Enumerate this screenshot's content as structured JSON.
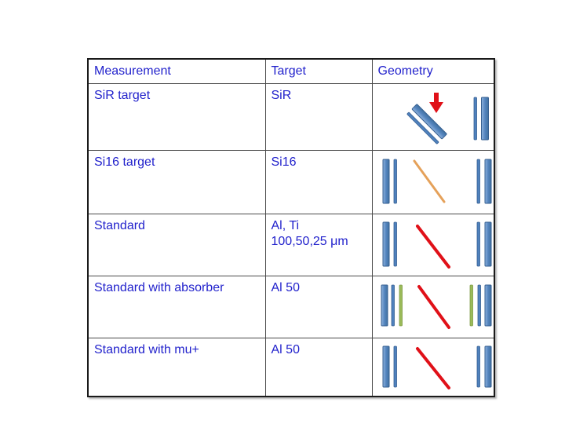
{
  "slide": {
    "background": "#ffffff"
  },
  "table": {
    "headers": {
      "measurement": "Measurement",
      "target": "Target",
      "geometry": "Geometry"
    },
    "rows": [
      {
        "measurement": "SiR target",
        "target_lines": [
          "SiR"
        ],
        "geometry": {
          "name": "tilted-target-with-beam-arrow",
          "elements": [
            "tilted-detector-pair",
            "red-beam-arrow-down",
            "vertical-detector-pair"
          ]
        }
      },
      {
        "measurement": "Si16 target",
        "target_lines": [
          "Si16"
        ],
        "geometry": {
          "name": "detector-pairs-with-orange-beam",
          "elements": [
            "vertical-detector-pair",
            "orange-beam-line",
            "vertical-detector-pair"
          ]
        }
      },
      {
        "measurement": "Standard",
        "target_lines": [
          "Al, Ti",
          "100,50,25 μm"
        ],
        "geometry": {
          "name": "detector-pairs-with-red-beam",
          "elements": [
            "vertical-detector-pair",
            "red-beam-line",
            "vertical-detector-pair"
          ]
        }
      },
      {
        "measurement": "Standard with absorber",
        "target_lines": [
          "Al 50"
        ],
        "geometry": {
          "name": "detector-pairs-with-absorbers-and-red-beam",
          "elements": [
            "vertical-detector-pair",
            "green-absorber-bar",
            "red-beam-line",
            "green-absorber-bar",
            "vertical-detector-pair"
          ]
        }
      },
      {
        "measurement": "Standard with mu+",
        "target_lines": [
          "Al 50"
        ],
        "geometry": {
          "name": "detector-pairs-with-red-beam",
          "elements": [
            "vertical-detector-pair",
            "red-beam-line",
            "vertical-detector-pair"
          ]
        }
      }
    ]
  },
  "colors": {
    "slide_bg": "#ffffff",
    "text_blue": "#2222cc",
    "outer_border": "#1a1a1a",
    "grid_line": "#4a4a4a",
    "bar_blue": "#4f81bd",
    "bar_blue_light": "#8fb3dc",
    "bar_blue_mid": "#5585bf",
    "bar_blue_dark": "#40719f",
    "bar_blue_border": "#365f91",
    "bar_green": "#9bbb59",
    "bar_green_border": "#7e9b44",
    "beam_red": "#e01018",
    "beam_orange": "#e5a15a"
  }
}
